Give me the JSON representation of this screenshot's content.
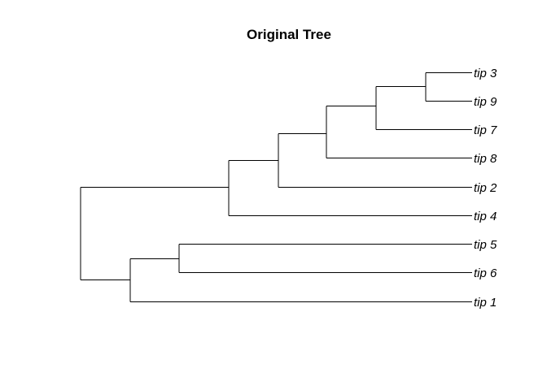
{
  "title": "Original Tree",
  "tree": {
    "type": "phylogram",
    "orientation": "rightwards",
    "newick": "(((((tip 3,tip 9),tip 7),tip 8),tip 2),tip 4),((tip 5,tip 6),tip 1));",
    "tips": [
      "tip 3",
      "tip 9",
      "tip 7",
      "tip 8",
      "tip 2",
      "tip 4",
      "tip 5",
      "tip 6",
      "tip 1"
    ],
    "line_color": "#000000"
  }
}
